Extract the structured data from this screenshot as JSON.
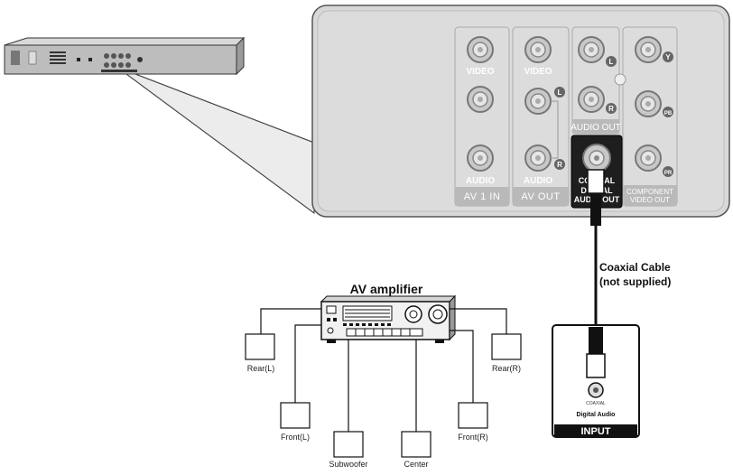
{
  "back_panel": {
    "video_label_1": "VIDEO",
    "video_label_2": "VIDEO",
    "audio_label_1": "AUDIO",
    "audio_label_2": "AUDIO",
    "audio_out_label": "AUDIO OUT",
    "coaxial_label": "COAXIAL",
    "digital_audio_out_label": "DIGITAL\nAUDIO OUT",
    "av1_in_label": "AV 1 IN",
    "av_out_label": "AV OUT",
    "component_label": "COMPONENT\nVIDEO OUT",
    "badge_l1": "L",
    "badge_r1": "R",
    "badge_l2": "L",
    "badge_r2": "R",
    "badge_y": "Y",
    "badge_pb": "PB",
    "badge_pr": "PR"
  },
  "amplifier": {
    "title": "AV amplifier"
  },
  "speakers": {
    "rear_left": "Rear(L)",
    "rear_right": "Rear(R)",
    "front_left": "Front(L)",
    "front_right": "Front(R)",
    "subwoofer": "Subwoofer",
    "center": "Center"
  },
  "cable": {
    "line1": "Coaxial Cable",
    "line2": "(not supplied)"
  },
  "input_panel": {
    "coaxial_small": "COAXIAL",
    "digital_audio": "Digital Audio",
    "input": "INPUT"
  }
}
